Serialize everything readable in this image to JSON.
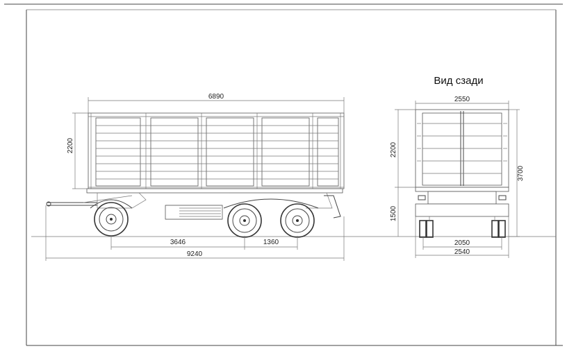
{
  "rear_view": {
    "title": "Вид сзади"
  },
  "side_view": {
    "dims": {
      "body_length": "6890",
      "body_height": "2200",
      "axle_front_to_rear": "3646",
      "axle_spacing": "1360",
      "overall_length": "9240"
    }
  },
  "rear_dims": {
    "body_width": "2550",
    "body_height": "2200",
    "frame_height": "1500",
    "overall_height": "3700",
    "track_width": "2050",
    "overall_width": "2540"
  },
  "colors": {
    "line": "#444444",
    "paper": "#ffffff"
  }
}
